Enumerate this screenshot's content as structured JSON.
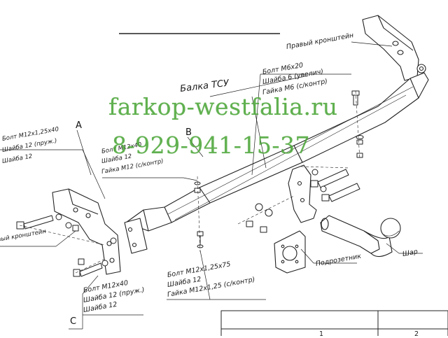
{
  "watermark": {
    "site": "farkop-westfalia.ru",
    "phone": "8-929-941-15-37",
    "color": "#4fa83c"
  },
  "labels": {
    "right_bracket": "Правый кронштейн",
    "top_fasteners": [
      "Болт М6х20",
      "Шайба 6 (увелич)",
      "Гайка М6 (с/контр)"
    ],
    "beam": "Балка ТСУ",
    "left_fasteners": [
      "Болт М12х1,25х40",
      "Шайба 12 (пруж.)",
      "Шайба 12"
    ],
    "mid_fasteners": [
      "Болт М12х40",
      "Шайба 12",
      "Гайка М12 (с/контр)"
    ],
    "left_bracket": "Левый кронштейн",
    "bottom_fasteners": [
      "Болт М12х1,25х75",
      "Шайба 12",
      "Гайка М12х1,25 (с/контр)"
    ],
    "lower_left_fasteners": [
      "Болт М12х40",
      "Шайба 12 (пруж.)",
      "Шайба 12"
    ],
    "socket_plate": "Подрозетник",
    "ball": "Шар"
  },
  "markers": {
    "a": "A",
    "b": "B",
    "c": "C"
  },
  "table_cells": [
    "1",
    "2"
  ]
}
